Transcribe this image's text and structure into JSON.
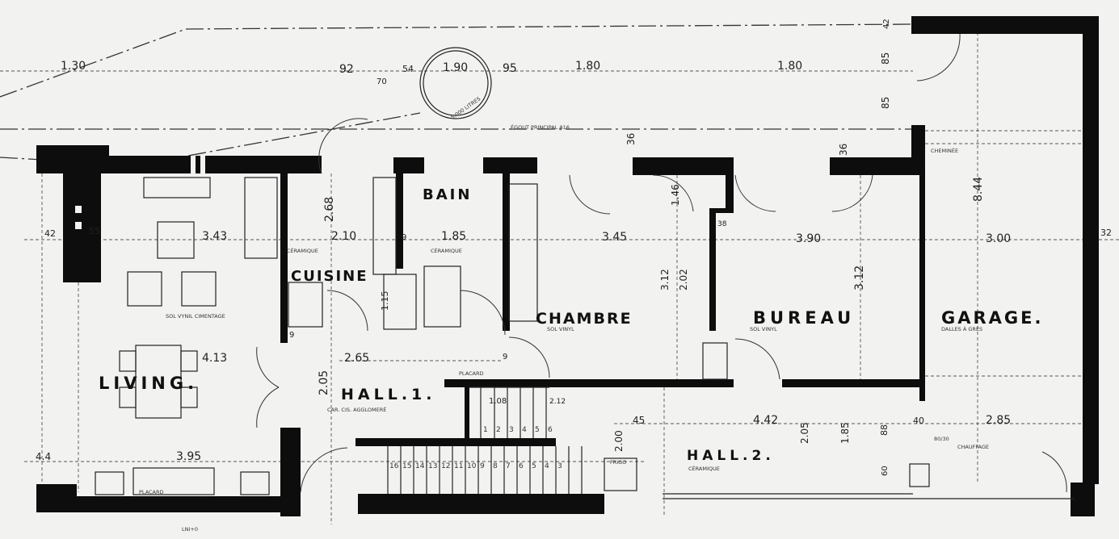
{
  "title": "Floor plan",
  "rooms": [
    "LIVING.",
    "CUISINE",
    "BAIN",
    "CHAMBRE",
    "BUREAU",
    "GARAGE.",
    "HALL.1.",
    "HALL.2."
  ],
  "dimensions": [
    "1.30",
    "92",
    "70",
    "54",
    "1.90",
    "95",
    "1.80",
    "1.80",
    "42",
    "85",
    "85",
    "36",
    "36",
    "1.46",
    "3.45",
    "3.90",
    "3.00",
    "32",
    "8.44",
    "2.68",
    "2.10",
    "1.85",
    "3.43",
    "42",
    "55",
    "3.12",
    "2.02",
    "3.12",
    "4.13",
    "2.65",
    "2.05",
    "3.95",
    "4.4",
    "1.15",
    "4.42",
    "2.85",
    "2.05",
    "1.85",
    "88",
    "40",
    "60",
    "45",
    "2.00",
    "9",
    "9",
    "9",
    "38",
    "1.08",
    "2.12"
  ],
  "annotations": {
    "sewer": "ÉGOUT PRINCIPAL ϕ16",
    "tank": "5.000 LITRES",
    "floor_ceramic": "CÉRAMIQUE",
    "floor_vinyl": "SOL VINYL",
    "floor_vinyl_carpet": "SOL VYNIL CIMENTAGE",
    "hall1_floor": "CAR. CIS. AGGLOMERÉ",
    "hall2_floor": "CÉRAMIQUE",
    "garage_floor": "DALLES À GRÈS",
    "heating": "CHAUFFAGE",
    "boiler_size": "80/30",
    "chimney": "CHEMINÉE",
    "stairs": [
      "16",
      "15",
      "14",
      "13",
      "12",
      "11",
      "10",
      "9",
      "8",
      "7",
      "6",
      "5",
      "4",
      "3"
    ],
    "stair_up": [
      "1",
      "2",
      "3",
      "4",
      "5",
      "6"
    ],
    "closet": "PLACARD",
    "fridge": "FRIGO",
    "level": "LNI+0"
  }
}
